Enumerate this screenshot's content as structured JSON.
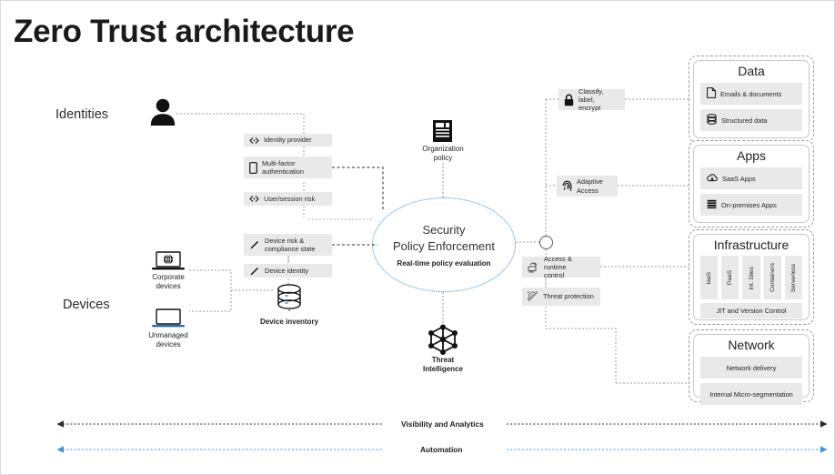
{
  "page": {
    "title": "Zero Trust architecture",
    "background": "#ffffff"
  },
  "colors": {
    "accent_blue": "#2f8ad4",
    "chip_grey": "#e9e9e9",
    "wire_grey": "#9a9a9a",
    "text": "#262626"
  },
  "row_labels": {
    "identities": "Identities",
    "devices": "Devices"
  },
  "identity_chips": [
    {
      "icon": "code-arrows-icon",
      "label": "Identity  provider"
    },
    {
      "icon": "mobile-phone-icon",
      "label": "Multi-factor\nauthentication"
    },
    {
      "icon": "code-arrows-icon",
      "label": "User/session risk"
    }
  ],
  "device_chips": [
    {
      "icon": "pen-icon",
      "label": "Device risk &\ncompliance  state"
    },
    {
      "icon": "pen-icon",
      "label": "Device  identity"
    }
  ],
  "device_icons": [
    {
      "icon": "corporate-laptop-icon",
      "label": "Corporate\ndevices"
    },
    {
      "icon": "unmanaged-laptop-icon",
      "label": "Unmanaged\ndevices"
    }
  ],
  "device_inventory": {
    "icon": "database-icon",
    "label": "Device inventory"
  },
  "organization_policy": {
    "icon": "document-icon",
    "label": "Organization\npolicy"
  },
  "threat_intelligence": {
    "icon": "network-graph-icon",
    "label": "Threat\nIntelligence"
  },
  "center": {
    "line1": "Security",
    "line2": "Policy  Enforcement",
    "subtitle": "Real-time policy evaluation"
  },
  "enforcement_chips": [
    {
      "icon": "lock-icon",
      "label": "Classify, label,\nencrypt"
    },
    {
      "icon": "fingerprint-icon",
      "label": "Adaptive\nAccess"
    },
    {
      "icon": "runtime-control-icon",
      "label": "Access & runtime\ncontrol"
    },
    {
      "icon": "threat-shield-icon",
      "label": "Threat protection"
    }
  ],
  "panels": [
    {
      "title": "Data",
      "rows": [
        {
          "icon": "file-icon",
          "label": "Emails & documents"
        },
        {
          "icon": "database-icon",
          "label": "Structured  data"
        }
      ]
    },
    {
      "title": "Apps",
      "rows": [
        {
          "icon": "cloud-icon",
          "label": "SaaS Apps"
        },
        {
          "icon": "server-stack-icon",
          "label": "On-premises Apps"
        }
      ]
    },
    {
      "title": "Infrastructure",
      "columns": [
        "IaaS",
        "PaaS",
        "Int. Sites",
        "Containers",
        "Serverless"
      ],
      "footer": "JIT and Version  Control"
    },
    {
      "title": "Network",
      "rows": [
        {
          "icon": "",
          "label": "Network delivery"
        },
        {
          "icon": "",
          "label": "Internal Micro-segmentation"
        }
      ]
    }
  ],
  "bottom_bars": [
    {
      "label": "Visibility and Analytics",
      "color": "#2b2b2b"
    },
    {
      "label": "Automation",
      "color": "#3b95dd"
    }
  ]
}
